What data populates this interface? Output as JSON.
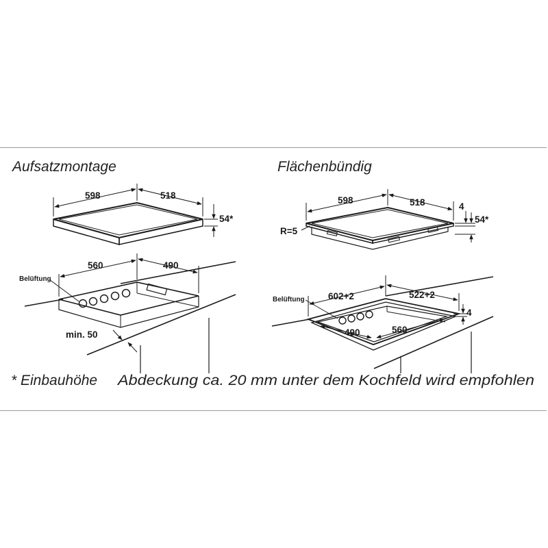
{
  "left_panel": {
    "title": "Aufsatzmontage",
    "dim_width": "598",
    "dim_depth": "518",
    "dim_height": "54*",
    "cutout_width": "560",
    "cutout_depth": "490",
    "ventilation_label": "Belüftung",
    "min_distance": "min. 50"
  },
  "right_panel": {
    "title": "Flächenbündig",
    "dim_width": "598",
    "dim_depth": "518",
    "dim_lip": "4",
    "dim_height": "54*",
    "radius": "R=5",
    "ventilation_label": "Belüftung",
    "recess_width": "602+2",
    "recess_depth": "522+2",
    "recess_depth_step": "4",
    "cutout_depth": "490",
    "cutout_width": "560"
  },
  "footnote": {
    "marker": "* Einbauhöhe",
    "text": "Abdeckung ca. 20 mm unter dem Kochfeld wird empfohlen"
  }
}
